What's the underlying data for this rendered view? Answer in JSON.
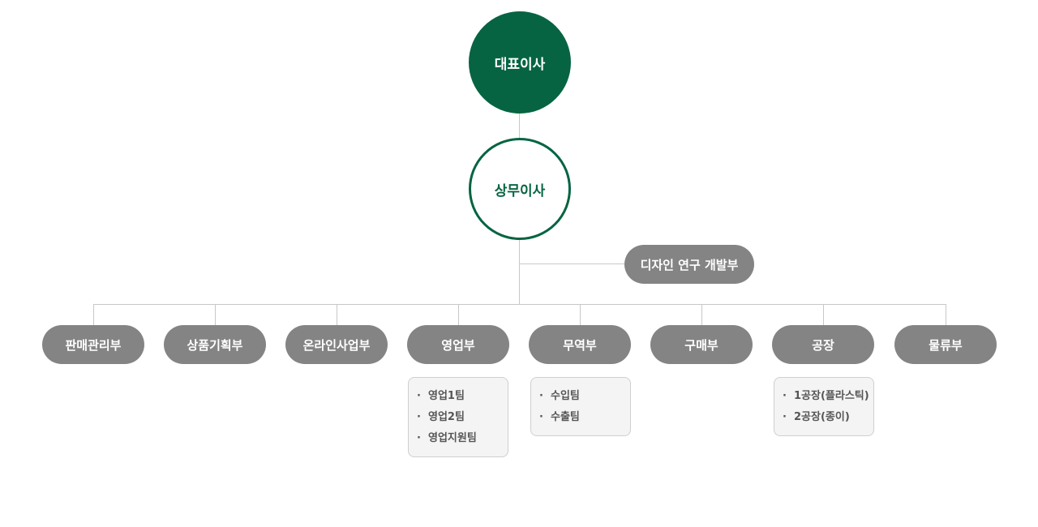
{
  "ceo": {
    "label": "대표이사"
  },
  "executive": {
    "label": "상무이사"
  },
  "design_dept": {
    "label": "디자인 연구 개발부"
  },
  "departments": [
    {
      "label": "판매관리부",
      "teams": []
    },
    {
      "label": "상품기획부",
      "teams": []
    },
    {
      "label": "온라인사업부",
      "teams": []
    },
    {
      "label": "영업부",
      "teams": [
        "영업1팀",
        "영업2팀",
        "영업지원팀"
      ]
    },
    {
      "label": "무역부",
      "teams": [
        "수입팀",
        "수출팀"
      ]
    },
    {
      "label": "구매부",
      "teams": []
    },
    {
      "label": "공장",
      "teams": [
        "1공장(플라스틱)",
        "2공장(종이)"
      ]
    },
    {
      "label": "물류부",
      "teams": []
    }
  ],
  "colors": {
    "primary": "#066442",
    "department": "#848484",
    "connector": "#c8c8c8",
    "team_box": "#f4f4f4"
  }
}
